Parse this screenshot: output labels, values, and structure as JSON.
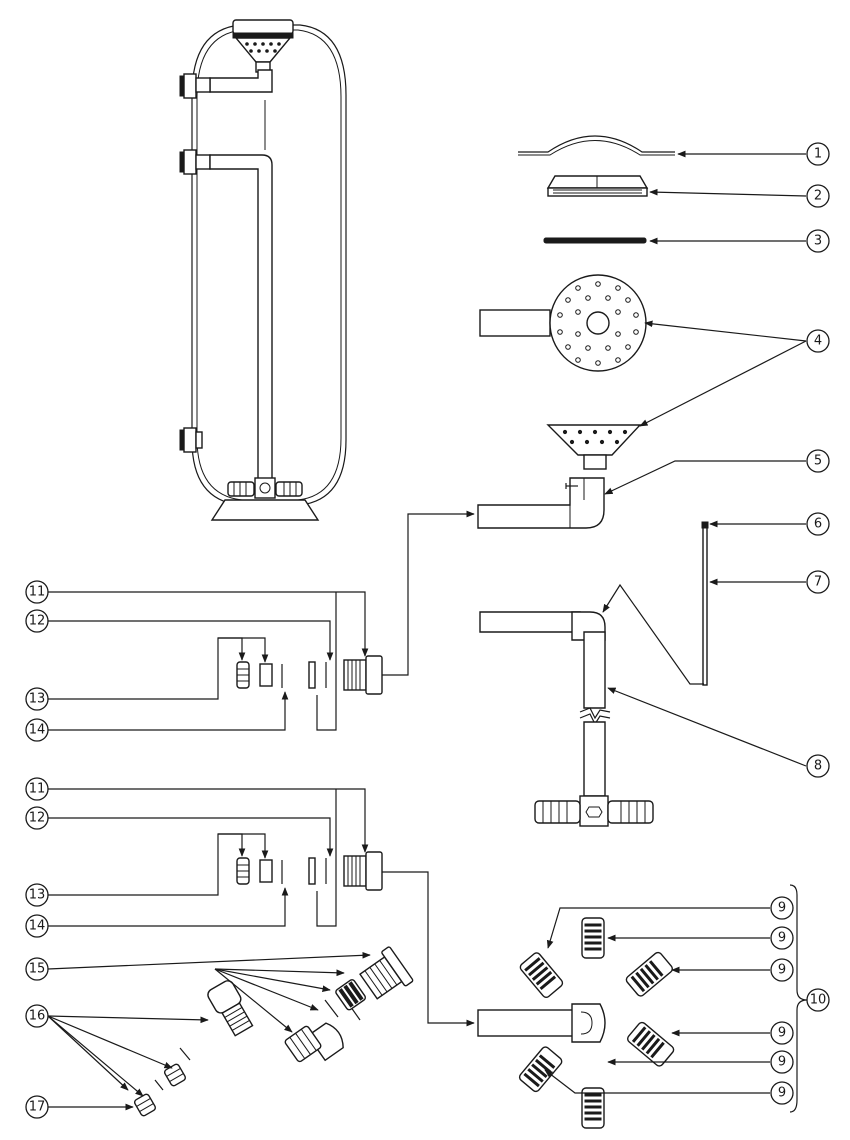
{
  "callouts": [
    {
      "id": "c1",
      "label": "1"
    },
    {
      "id": "c2",
      "label": "2"
    },
    {
      "id": "c3",
      "label": "3"
    },
    {
      "id": "c4",
      "label": "4"
    },
    {
      "id": "c5",
      "label": "5"
    },
    {
      "id": "c6",
      "label": "6"
    },
    {
      "id": "c7",
      "label": "7"
    },
    {
      "id": "c8",
      "label": "8"
    },
    {
      "id": "c11a",
      "label": "11"
    },
    {
      "id": "c12a",
      "label": "12"
    },
    {
      "id": "c13a",
      "label": "13"
    },
    {
      "id": "c14a",
      "label": "14"
    },
    {
      "id": "c11b",
      "label": "11"
    },
    {
      "id": "c12b",
      "label": "12"
    },
    {
      "id": "c13b",
      "label": "13"
    },
    {
      "id": "c14b",
      "label": "14"
    },
    {
      "id": "c15",
      "label": "15"
    },
    {
      "id": "c16",
      "label": "16"
    },
    {
      "id": "c17",
      "label": "17"
    },
    {
      "id": "c9a",
      "label": "9"
    },
    {
      "id": "c9b",
      "label": "9"
    },
    {
      "id": "c9c",
      "label": "9"
    },
    {
      "id": "c9d",
      "label": "9"
    },
    {
      "id": "c9e",
      "label": "9"
    },
    {
      "id": "c9f",
      "label": "9"
    },
    {
      "id": "c10",
      "label": "10"
    }
  ]
}
